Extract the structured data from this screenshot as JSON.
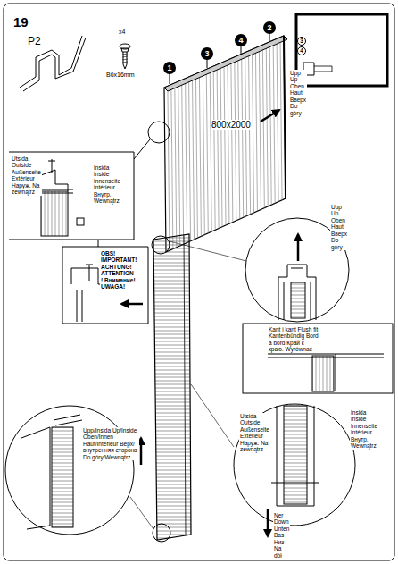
{
  "diagram": {
    "nodes": [
      {
        "text": [
          "1"
        ]
      },
      {
        "text": [
          "3"
        ]
      },
      {
        "text": [
          "4"
        ]
      },
      {
        "text": [
          "2"
        ]
      },
      {
        "text": [
          "3"
        ]
      },
      {
        "text": [
          "4"
        ]
      }
    ],
    "labels": [
      "19",
      "P2",
      "x4",
      "B6x16mm",
      "800x2000",
      "Upp Up Oben Haut Вверх Do góry",
      "Utsida Outside Außenseite Extérieur Наруж. Na zewnątrz",
      "Insida Inside Innenseite Intérieur Внутр. Wewnątrz",
      "OBS! IMPORTANT! ACHTUNG! ATTENTION ! Внимание! UWAGA!",
      "Upp Up Oben Haut Вверх Do góry",
      "Kant i kant Flush fit Kantenbündig Bord à bord Край к краю. Wyrównać",
      "Upp/Insida Up/Inside Oben/Innen Haut/Intérieur Верх/внутренняя сторона Do góry/Wewnątrz",
      "Utsida Outside Außenseite Extérieur Наруж. Na zewnątrz",
      "Insida Inside Innenseite Intérieur Внутр. Wewnątrz",
      "Ner Down Unten Bas Низ Na dół"
    ]
  }
}
